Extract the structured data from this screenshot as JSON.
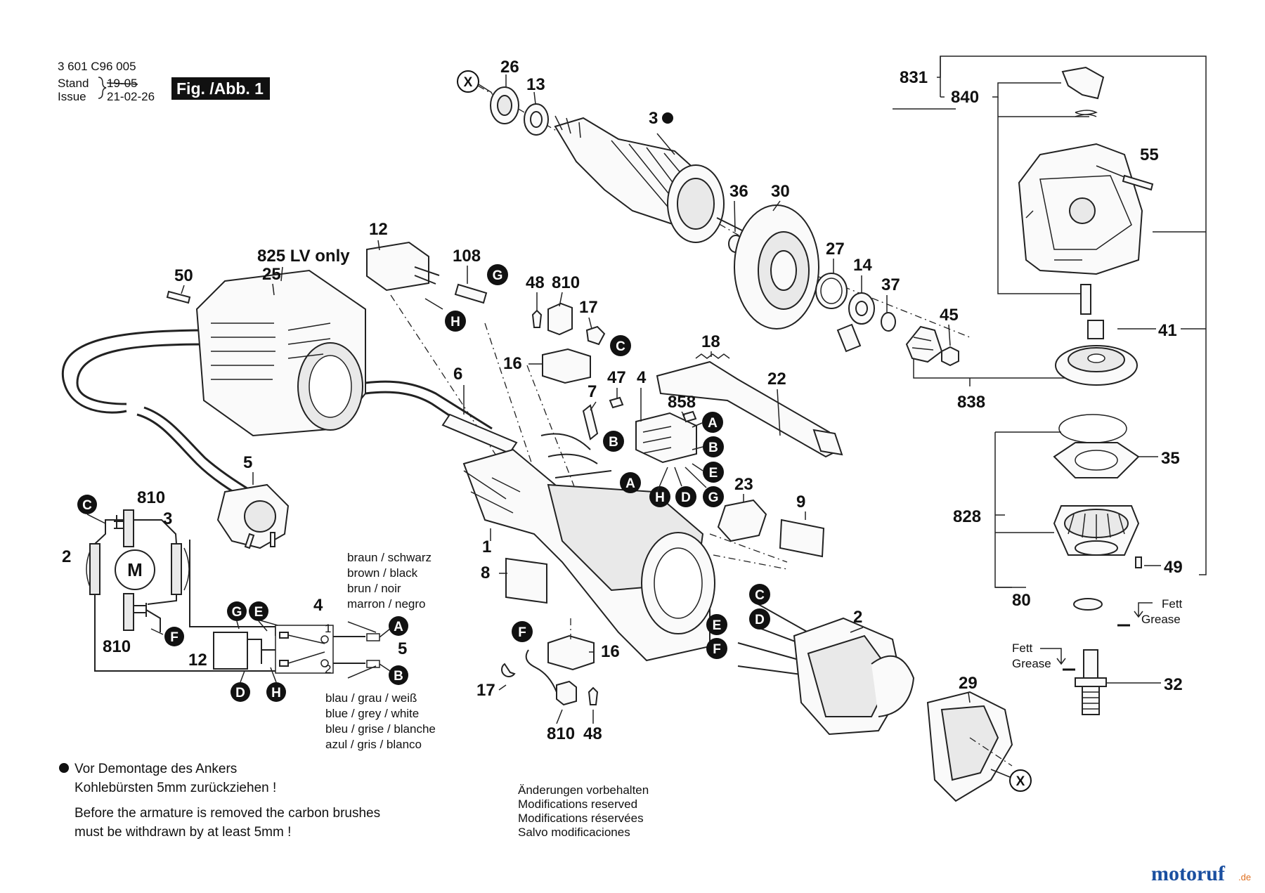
{
  "header": {
    "doc_number": "3 601 C96 005",
    "stand_label": "Stand",
    "issue_label": "Issue",
    "stand_date": "19-05",
    "issue_date": "21-02-26",
    "figure_label": "Fig. /Abb. 1"
  },
  "parts": {
    "p831": "831",
    "p840": "840",
    "p26": "26",
    "p13": "13",
    "p3": "3",
    "p55": "55",
    "p36": "36",
    "p30": "30",
    "p27": "27",
    "p14": "14",
    "p37": "37",
    "p45": "45",
    "p41": "41",
    "p838": "838",
    "p35": "35",
    "p828": "828",
    "p49": "49",
    "p80": "80",
    "p32": "32",
    "p12": "12",
    "p108": "108",
    "p825": "825  LV only",
    "p25": "25",
    "p50": "50",
    "p48a": "48",
    "p810a": "810",
    "p17a": "17",
    "p16a": "16",
    "p6": "6",
    "p7": "7",
    "p47": "47",
    "p4": "4",
    "p858": "858",
    "p18": "18",
    "p22": "22",
    "p5": "5",
    "p23": "23",
    "p9": "9",
    "p1": "1",
    "p8": "8",
    "p2": "2",
    "p16b": "16",
    "p17b": "17",
    "p810b": "810",
    "p48b": "48",
    "p29": "29"
  },
  "badges": {
    "x": "X",
    "a": "A",
    "b": "B",
    "c": "C",
    "d": "D",
    "e": "E",
    "f": "F",
    "g": "G",
    "h": "H"
  },
  "schematic": {
    "p810_top": "810",
    "p3": "3",
    "p2": "2",
    "motor": "M",
    "p810_bottom": "810",
    "p12": "12",
    "p4": "4",
    "p5": "5",
    "t1": "1",
    "t2": "2"
  },
  "colors_top": {
    "line1": "braun   / schwarz",
    "line2": "brown   / black",
    "line3": "brun     / noir",
    "line4": "marron / negro"
  },
  "colors_bottom": {
    "line1": "blau / grau / weiß",
    "line2": "blue / grey / white",
    "line3": "bleu / grise / blanche",
    "line4": "azul / gris   / blanco"
  },
  "grease": {
    "fett": "Fett",
    "grease": "Grease"
  },
  "notes": {
    "de1": "Vor Demontage des Ankers",
    "de2": "Kohlebürsten 5mm zurückziehen !",
    "en1": "Before the armature is removed the carbon brushes",
    "en2": "must be withdrawn by at least 5mm !"
  },
  "modifications": {
    "de": "Änderungen vorbehalten",
    "en": "Modifications reserved",
    "fr": "Modifications réservées",
    "es": "Salvo modificaciones"
  },
  "watermark": {
    "brand": "motoruf",
    "tld": ".de"
  },
  "colors": {
    "ink": "#111111",
    "watermark_blue": "#1a4fa0",
    "watermark_orange": "#e07020",
    "paper": "#ffffff"
  }
}
